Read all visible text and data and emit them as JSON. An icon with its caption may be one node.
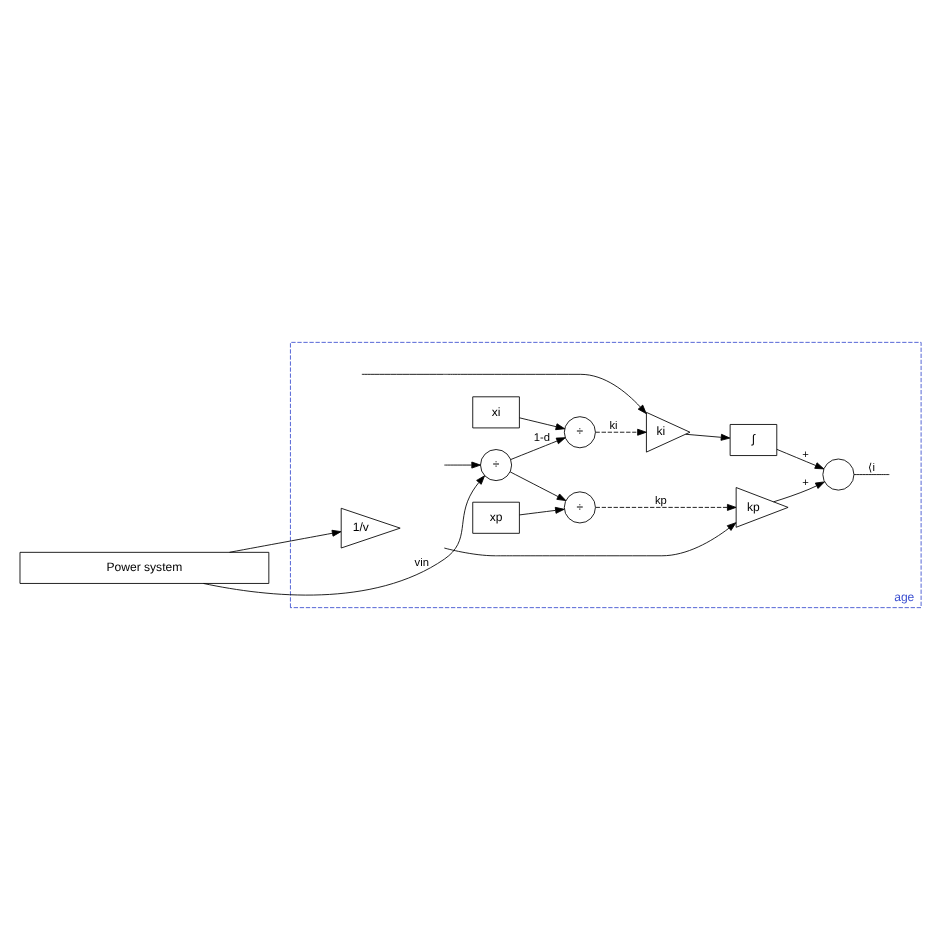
{
  "diagram": {
    "nodes": [
      {
        "text": [
          "Power system"
        ]
      },
      {
        "text": [
          "age"
        ]
      },
      {
        "text": [
          "÷"
        ],
        "in": 1
      },
      {
        "text": [
          "xp"
        ],
        "in": 1
      },
      {
        "text": [
          "xi"
        ],
        "in": 1
      },
      {
        "text": [
          "÷"
        ],
        "in": 1
      },
      {
        "text": [
          "÷"
        ],
        "in": 1
      },
      {
        "text": [
          "1/v"
        ],
        "in": 1
      },
      {
        "text": [
          "ki"
        ],
        "in": 1
      },
      {
        "text": [
          "kp"
        ],
        "in": 1
      },
      {
        "text": [
          "∫"
        ],
        "in": 1
      },
      {
        "text": [],
        "shape": "circle",
        "in": 1
      }
    ],
    "edges": [
      {
        "from": 0,
        "to": 2,
        "arrow": "to",
        "label": "vin"
      },
      {
        "from": 0,
        "to": 7,
        "arrow": "to"
      },
      {
        "from": null,
        "to": 2,
        "arrow": "to"
      },
      {
        "from": 2,
        "to": 5,
        "arrow": "to",
        "label": "1-d"
      },
      {
        "from": 2,
        "to": 6,
        "arrow": "to"
      },
      {
        "from": 3,
        "to": 6,
        "arrow": "to"
      },
      {
        "from": 4,
        "to": 5,
        "arrow": "to"
      },
      {
        "from": 5,
        "to": 8,
        "arrow": "to",
        "label": "ki",
        "style": "dashed"
      },
      {
        "from": 6,
        "to": 9,
        "arrow": "to",
        "label": "kp",
        "style": "dashed"
      },
      {
        "from": null,
        "to": 8,
        "arrow": "to"
      },
      {
        "from": null,
        "to": 9,
        "arrow": "to"
      },
      {
        "from": 8,
        "to": 10,
        "arrow": "to"
      },
      {
        "from": 10,
        "to": 11,
        "arrow": "to",
        "label": "+"
      },
      {
        "from": 9,
        "to": 11,
        "arrow": "to",
        "label": "+"
      },
      {
        "from": 11,
        "to": null,
        "arrow": "none",
        "label": "⟨i"
      }
    ]
  }
}
